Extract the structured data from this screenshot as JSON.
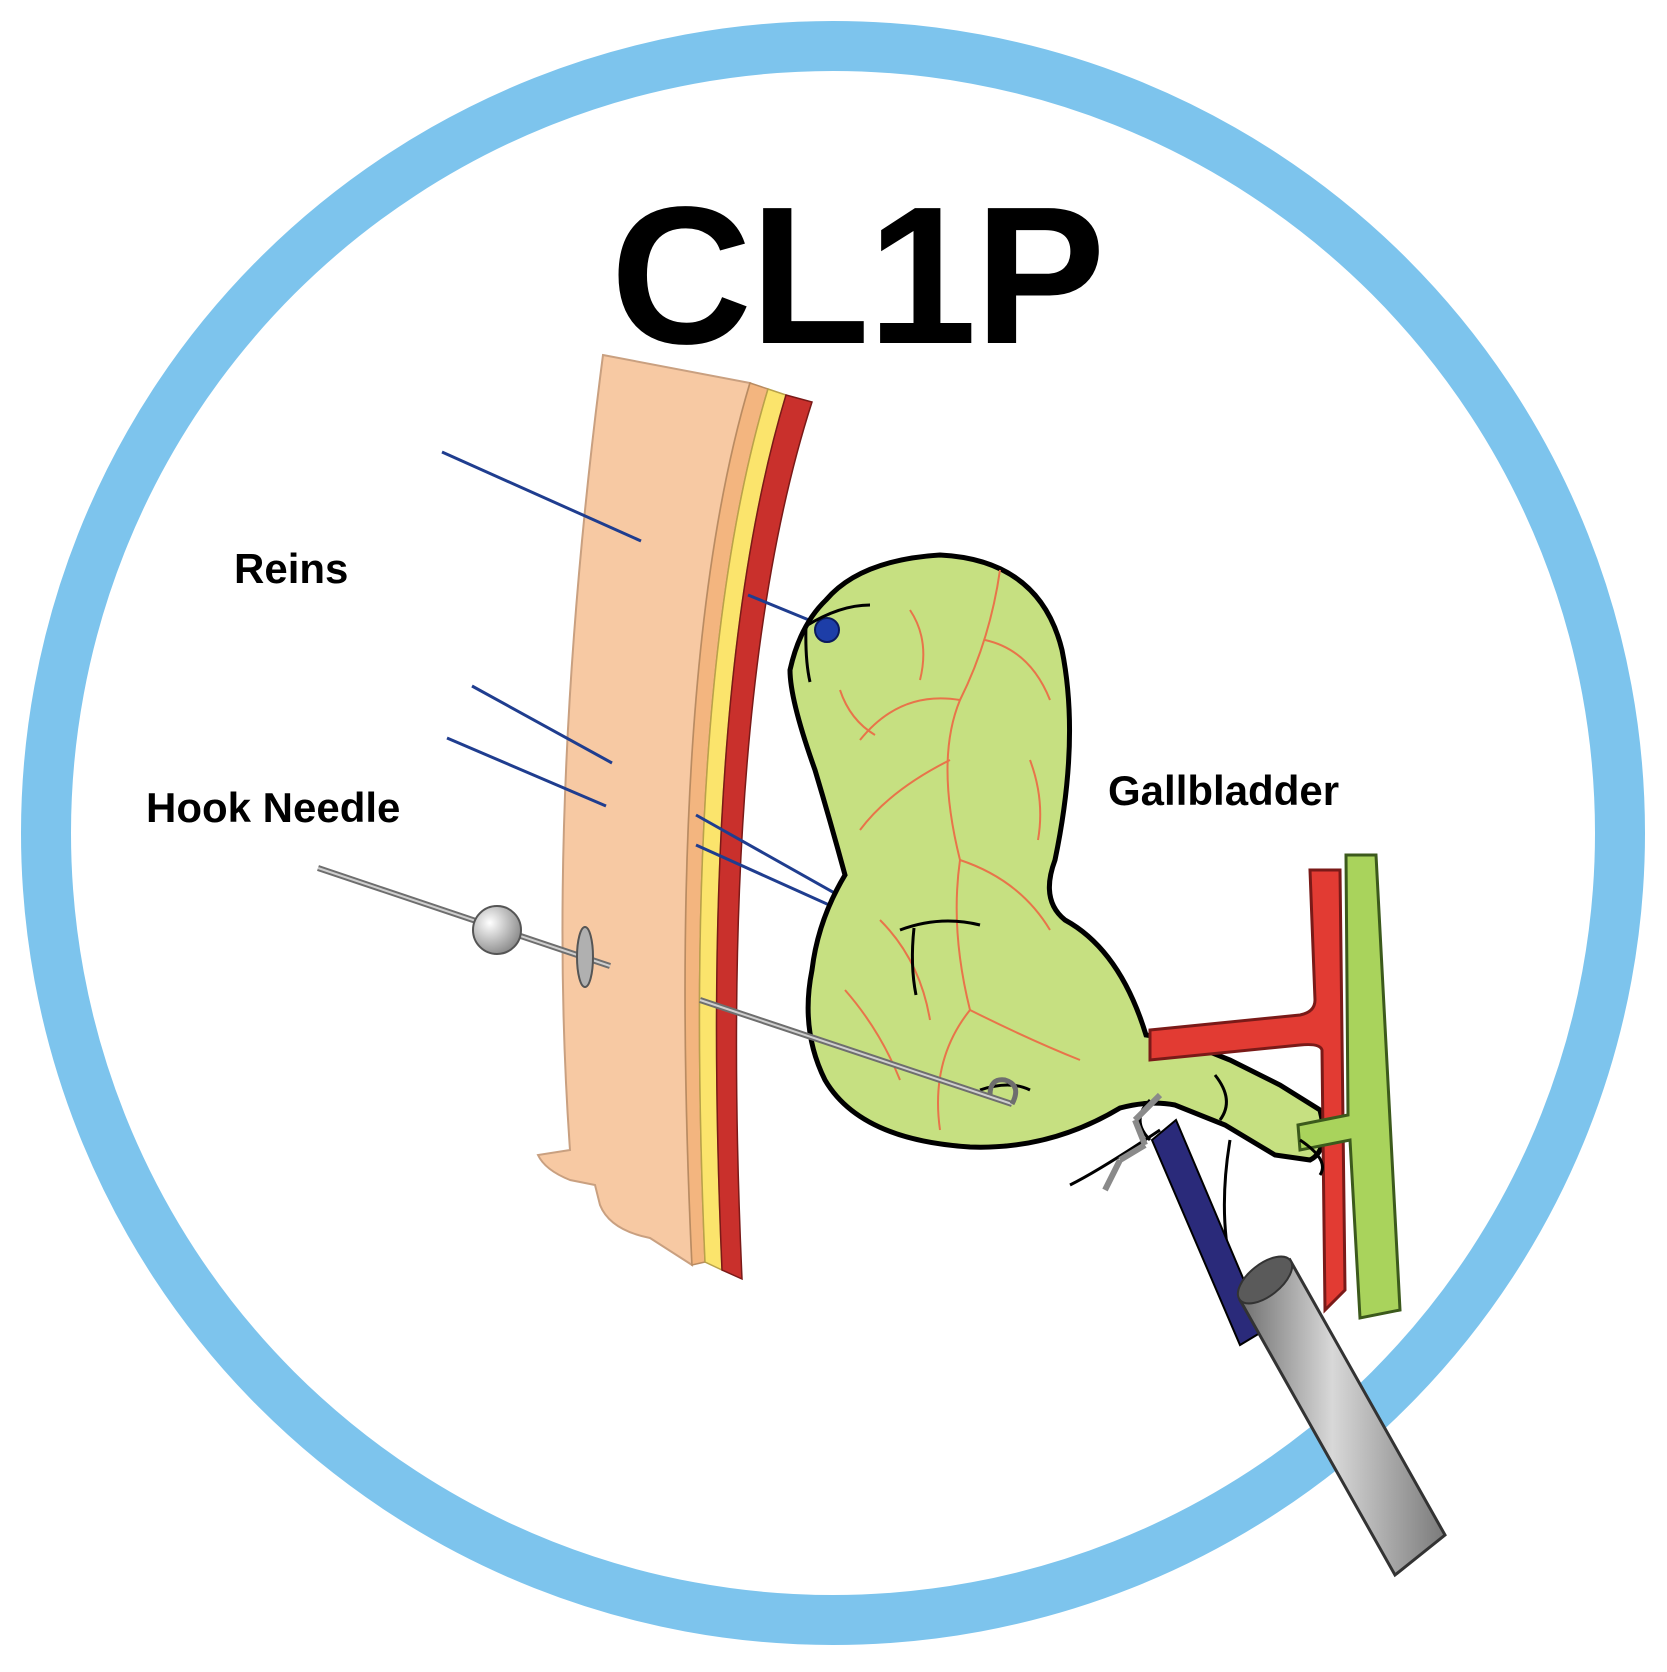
{
  "title": "CL1P",
  "labels": {
    "reins": "Reins",
    "hook_needle": "Hook Needle",
    "gallbladder": "Gallbladder"
  },
  "colors": {
    "ring": "#7dc4ed",
    "skin": "#f7c9a3",
    "fat": "#fbe46c",
    "muscle": "#c9302c",
    "gallbladder": "#c6e081",
    "vessel_red": "#e23b33",
    "vessel_green": "#a9d35c",
    "rein_thread": "#1f3d8f",
    "trocar": "#9a9a9a"
  },
  "icons": {
    "hook_needle": "hook-needle-icon",
    "grasper": "grasper-icon",
    "trocar": "trocar-icon"
  }
}
